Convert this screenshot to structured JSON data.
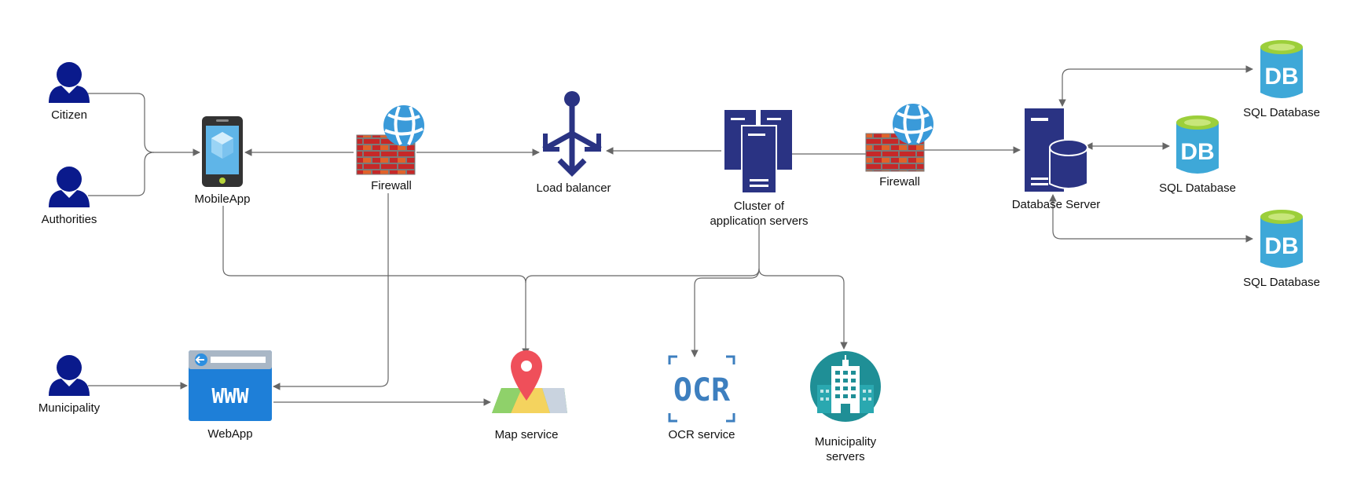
{
  "nodes": {
    "citizen": "Citizen",
    "authorities": "Authorities",
    "municipality": "Municipality",
    "mobile_app": "MobileApp",
    "web_app": "WebApp",
    "firewall_1": "Firewall",
    "load_balancer": "Load balancer",
    "cluster_line1": "Cluster of",
    "cluster_line2": "application servers",
    "firewall_2": "Firewall",
    "database_server": "Database Server",
    "sql_db_1": "SQL Database",
    "sql_db_2": "SQL Database",
    "sql_db_3": "SQL Database",
    "map_service": "Map service",
    "ocr_service": "OCR service",
    "municipality_servers_line1": "Municipality",
    "municipality_servers_line2": "servers"
  },
  "icon_text": {
    "db": "DB",
    "www": "WWW",
    "ocr": "OCR"
  },
  "icons": {
    "citizen": "person-icon",
    "authorities": "person-icon",
    "municipality": "person-icon",
    "mobile_app": "smartphone-icon",
    "web_app": "browser-window-icon",
    "firewall": "brick-firewall-icon",
    "load_balancer": "load-balancer-icon",
    "cluster": "server-cluster-icon",
    "database_server": "database-server-icon",
    "sql_database": "sql-database-icon",
    "map_service": "map-pin-icon",
    "ocr_service": "ocr-icon",
    "municipality_servers": "building-icon"
  },
  "colors": {
    "person": "#0a1a8c",
    "server": "#2a3383",
    "db_body": "#3ea8d8",
    "db_top": "#9ccf3a",
    "brick": "#c62828",
    "brick_alt": "#e0622a",
    "globe": "#3a9ad9",
    "web_blue": "#1e7fd8",
    "map_pin": "#ef4f5a",
    "building_teal": "#1f8f96",
    "edge": "#666666"
  }
}
